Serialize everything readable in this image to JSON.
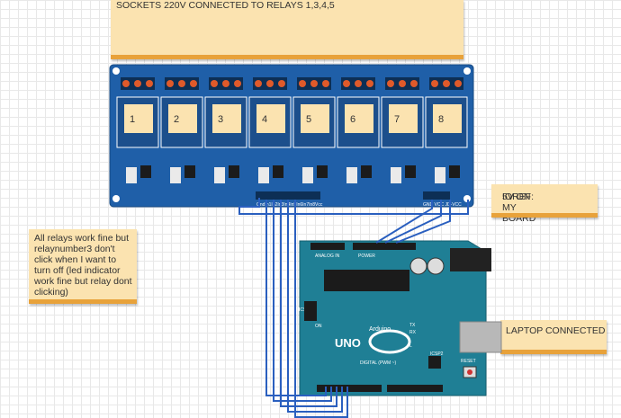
{
  "notes": {
    "top": "SOCKETS 220V CONNECTED TO RELAYS 1,3,4,5",
    "left": "All relays work fine but relaynumber3 don't click when I want to turn off (led indicator work fine but relay dont clicking)",
    "ioref_line1": "IOREF:",
    "ioref_line2": "5V ON MY BOARD",
    "laptop": "LAPTOP CONNECTED"
  },
  "relay_board": {
    "relay_labels": [
      "1",
      "2",
      "3",
      "4",
      "5",
      "6",
      "7",
      "8"
    ],
    "pin_labels": "GndIn1In2In3In4In5In6In7In8Vcc",
    "jd_labels": "GND VCC JD-VCC"
  },
  "arduino": {
    "brand": "UNO",
    "logo_text": "Arduino",
    "power_label": "POWER",
    "analog_label": "ANALOG IN",
    "digital_label": "DIGITAL (PWM ~)",
    "icsp_label": "ICSP",
    "icsp2_label": "ICSP2",
    "reset_label": "RESET",
    "on_label": "ON",
    "tx_label": "TX",
    "rx_label": "RX",
    "l_label": "L"
  },
  "colors": {
    "wire": "#2a5fbf",
    "relay_board": "#1f5fa8",
    "arduino_board": "#1f7f95",
    "note_bg": "#fbe3b0",
    "note_bar": "#e8a23a"
  }
}
